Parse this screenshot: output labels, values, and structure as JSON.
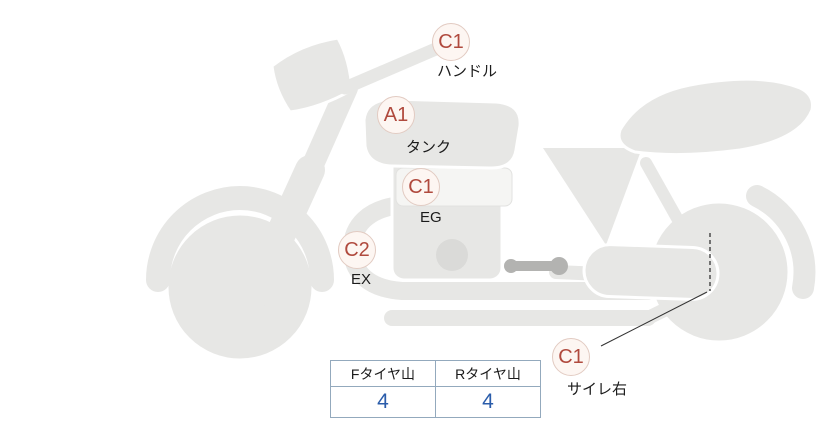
{
  "diagram": {
    "points": [
      {
        "grade": "C1",
        "label": "ハンドル"
      },
      {
        "grade": "A1",
        "label": "タンク"
      },
      {
        "grade": "C1",
        "label": "EG"
      },
      {
        "grade": "C2",
        "label": "EX"
      },
      {
        "grade": "C1",
        "label": "サイレ右"
      }
    ]
  },
  "tire_table": {
    "headers": [
      "Fタイヤ山",
      "Rタイヤ山"
    ],
    "values": [
      "4",
      "4"
    ]
  },
  "colors": {
    "grade_text": "#b04a3e",
    "badge_fill": "#fdf6f2",
    "badge_border": "#e2cbc2",
    "value_text": "#2a5caa",
    "bike_gray": "#e7e7e5"
  }
}
